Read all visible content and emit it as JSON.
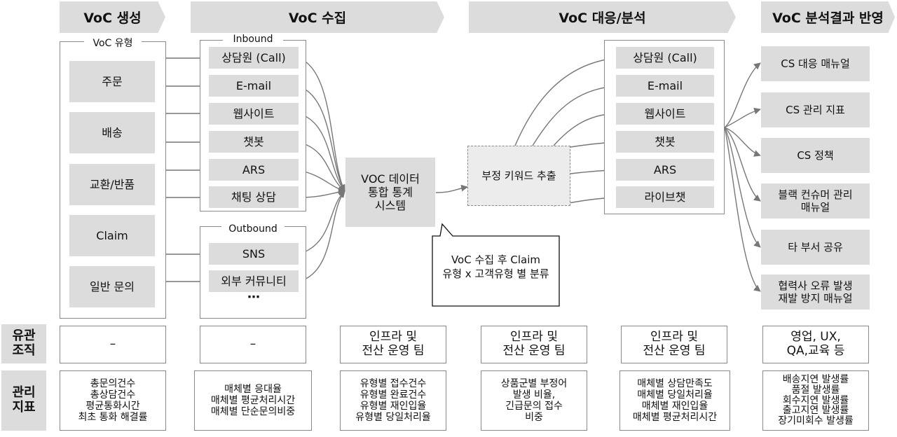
{
  "stages": [
    "VoC 생성",
    "VoC 수집",
    "VoC 대응/분석",
    "VoC 분석결과 반영"
  ],
  "voc_type": {
    "label": "VoC 유형",
    "items": [
      "주문",
      "배송",
      "교환/반품",
      "Claim",
      "일반 문의"
    ]
  },
  "inbound": {
    "label": "Inbound",
    "items": [
      "상담원 (Call)",
      "E-mail",
      "웹사이트",
      "챗봇",
      "ARS",
      "채팅 상담"
    ]
  },
  "outbound": {
    "label": "Outbound",
    "items": [
      "SNS",
      "외부 커뮤니티"
    ],
    "more": "⋯"
  },
  "integration": "VOC 데이터\n통합 통계\n시스템",
  "extraction": "부정 키워드 추출",
  "callout": "VoC 수집 후 Claim\n유형 x 고객유형 별 분류",
  "response_channels": [
    "상담원 (Call)",
    "E-mail",
    "웹사이트",
    "챗봇",
    "ARS",
    "라이브챗"
  ],
  "results": [
    "CS 대응 매뉴얼",
    "CS 관리 지표",
    "CS 정책",
    "블랙 컨슈머 관리\n매뉴얼",
    "타 부서 공유",
    "협력사 오류 발생\n재발 방지 매뉴얼"
  ],
  "org_label": "유관\n조직",
  "orgs": [
    "–",
    "–",
    "인프라 및\n전산 운영 팀",
    "인프라 및\n전산 운영 팀",
    "인프라 및\n전산 운영 팀",
    "영업, UX,\nQA,교육 등"
  ],
  "kpi_label": "관리\n지표",
  "kpis": [
    "총문의건수\n총상담건수\n평균통화시간\n최초 통화 해결률",
    "매체별 응대율\n매체별 평균처리시간\n매체별 단순문의비중",
    "유형별 접수건수\n유형별 완료건수\n유형별 재인입율\n유형별 당일처리율",
    "상품군별 부정어\n발생 비율,\n긴급문의 접수\n비중",
    "매체별 상담만족도\n매체별 당일처리율\n매체별 재인입율\n매체별 평균처리시간",
    "배송지연 발생률\n품절 발생률\n회수지연 발생률\n출고지연 발생률\n장기미회수 발생률"
  ]
}
